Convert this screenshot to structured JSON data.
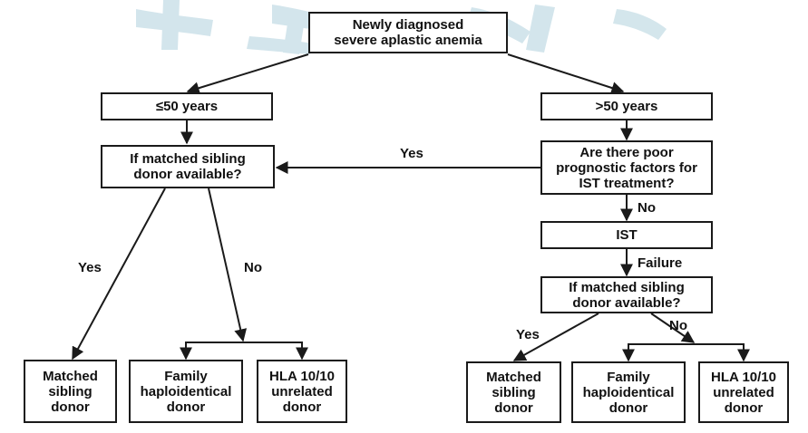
{
  "colors": {
    "stroke": "#1a1a1a",
    "text": "#111111",
    "watermark": "#cfe3ea"
  },
  "nodes": {
    "root": "Newly diagnosed\nsevere aplastic anemia",
    "age_le50": "≤50 years",
    "age_gt50": ">50 years",
    "sibling_q_left": "If matched sibling\ndonor available?",
    "poor_prognostic_q": "Are there poor\nprognostic factors for\nIST treatment?",
    "ist": "IST",
    "sibling_q_right": "If matched sibling\ndonor available?",
    "left_matched": "Matched\nsibling\ndonor",
    "left_haplo": "Family\nhaploidentical\ndonor",
    "left_unrelated": "HLA 10/10\nunrelated\ndonor",
    "right_matched": "Matched\nsibling\ndonor",
    "right_haplo": "Family\nhaploidentical\ndonor",
    "right_unrelated": "HLA 10/10\nunrelated\ndonor"
  },
  "edge_labels": {
    "yes_to_left": "Yes",
    "no_to_ist": "No",
    "failure": "Failure",
    "left_yes": "Yes",
    "left_no": "No",
    "right_yes": "Yes",
    "right_no": "No"
  }
}
